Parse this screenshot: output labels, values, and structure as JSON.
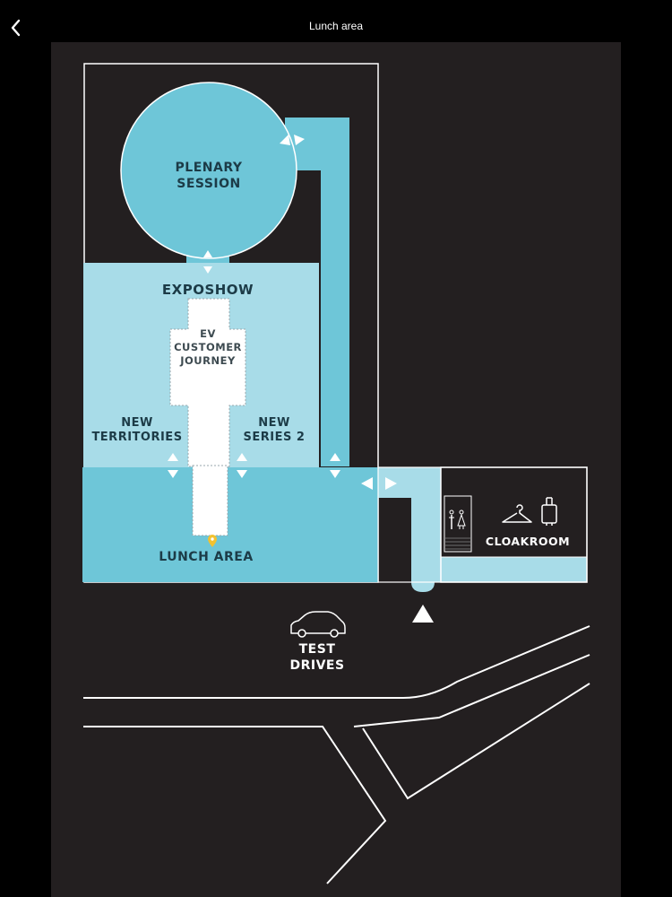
{
  "header": {
    "title": "Lunch area"
  },
  "map": {
    "areas": {
      "plenary_line1": "PLENARY",
      "plenary_line2": "SESSION",
      "exposhow": "EXPOSHOW",
      "ev_line1": "EV",
      "ev_line2": "CUSTOMER",
      "ev_line3": "JOURNEY",
      "new_territories_line1": "NEW",
      "new_territories_line2": "TERRITORIES",
      "new_series_line1": "NEW",
      "new_series_line2": "SERIES 2",
      "lunch_area": "LUNCH AREA",
      "cloakroom": "CLOAKROOM",
      "test_drives_line1": "TEST",
      "test_drives_line2": "DRIVES"
    },
    "colors": {
      "background": "#231f20",
      "plenary": "#6ec6d8",
      "corridor": "#6ec6d8",
      "exposhow": "#a8dce8",
      "lunch": "#6ec6d8",
      "label": "#1c3b47",
      "marker": "#f2c230"
    },
    "selected_area": "lunch_area"
  }
}
